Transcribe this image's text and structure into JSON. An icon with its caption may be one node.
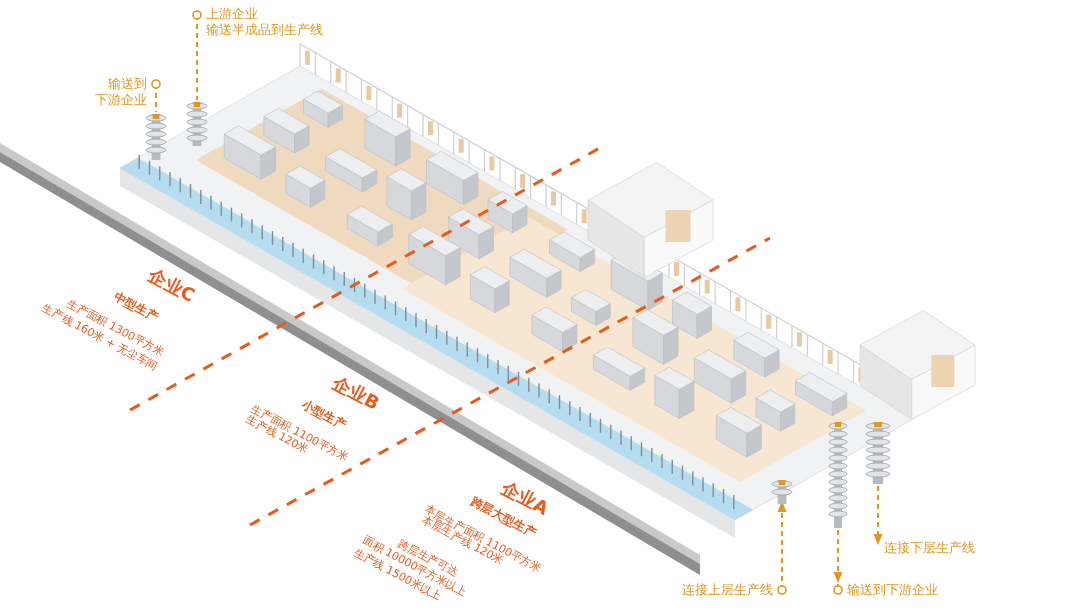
{
  "diagram": {
    "nodes": [
      {
        "text": [
          "上游企业",
          "输送半成品到生产线"
        ]
      },
      {
        "text": [
          "输送到",
          "下游企业"
        ]
      },
      {
        "text": [],
        "shape": "cylinder"
      },
      {
        "text": [],
        "shape": "cylinder"
      },
      {
        "text": [],
        "shape": "cylinder"
      },
      {
        "text": [],
        "shape": "cylinder"
      },
      {
        "text": [],
        "shape": "cylinder"
      },
      {
        "text": [
          "连接上层生产线"
        ]
      },
      {
        "text": [
          "输送到下游企业"
        ]
      },
      {
        "text": [
          "连接下层生产线"
        ]
      }
    ],
    "edges": [
      {
        "from": 0,
        "to": 2,
        "arrow": "other"
      },
      {
        "from": 1,
        "to": 3,
        "arrow": "other"
      },
      {
        "from": 7,
        "to": 4,
        "arrow": "to"
      },
      {
        "from": 5,
        "to": 8,
        "arrow": "to"
      },
      {
        "from": 6,
        "to": 9,
        "arrow": "to"
      }
    ],
    "labels": [
      "企业C",
      "中型生产",
      "生产面积 1300平方米",
      "生产线 160米 + 无尘车间",
      "企业B",
      "小型生产",
      "生产面积 1100平方米",
      "生产线 120米",
      "企业A",
      "跨层大型生产",
      "本层生产面积 1100平方米",
      "本层生产线 120米",
      "跨层生产可达",
      "面积 10000平方米以上",
      "生产线 1500米以上"
    ]
  }
}
